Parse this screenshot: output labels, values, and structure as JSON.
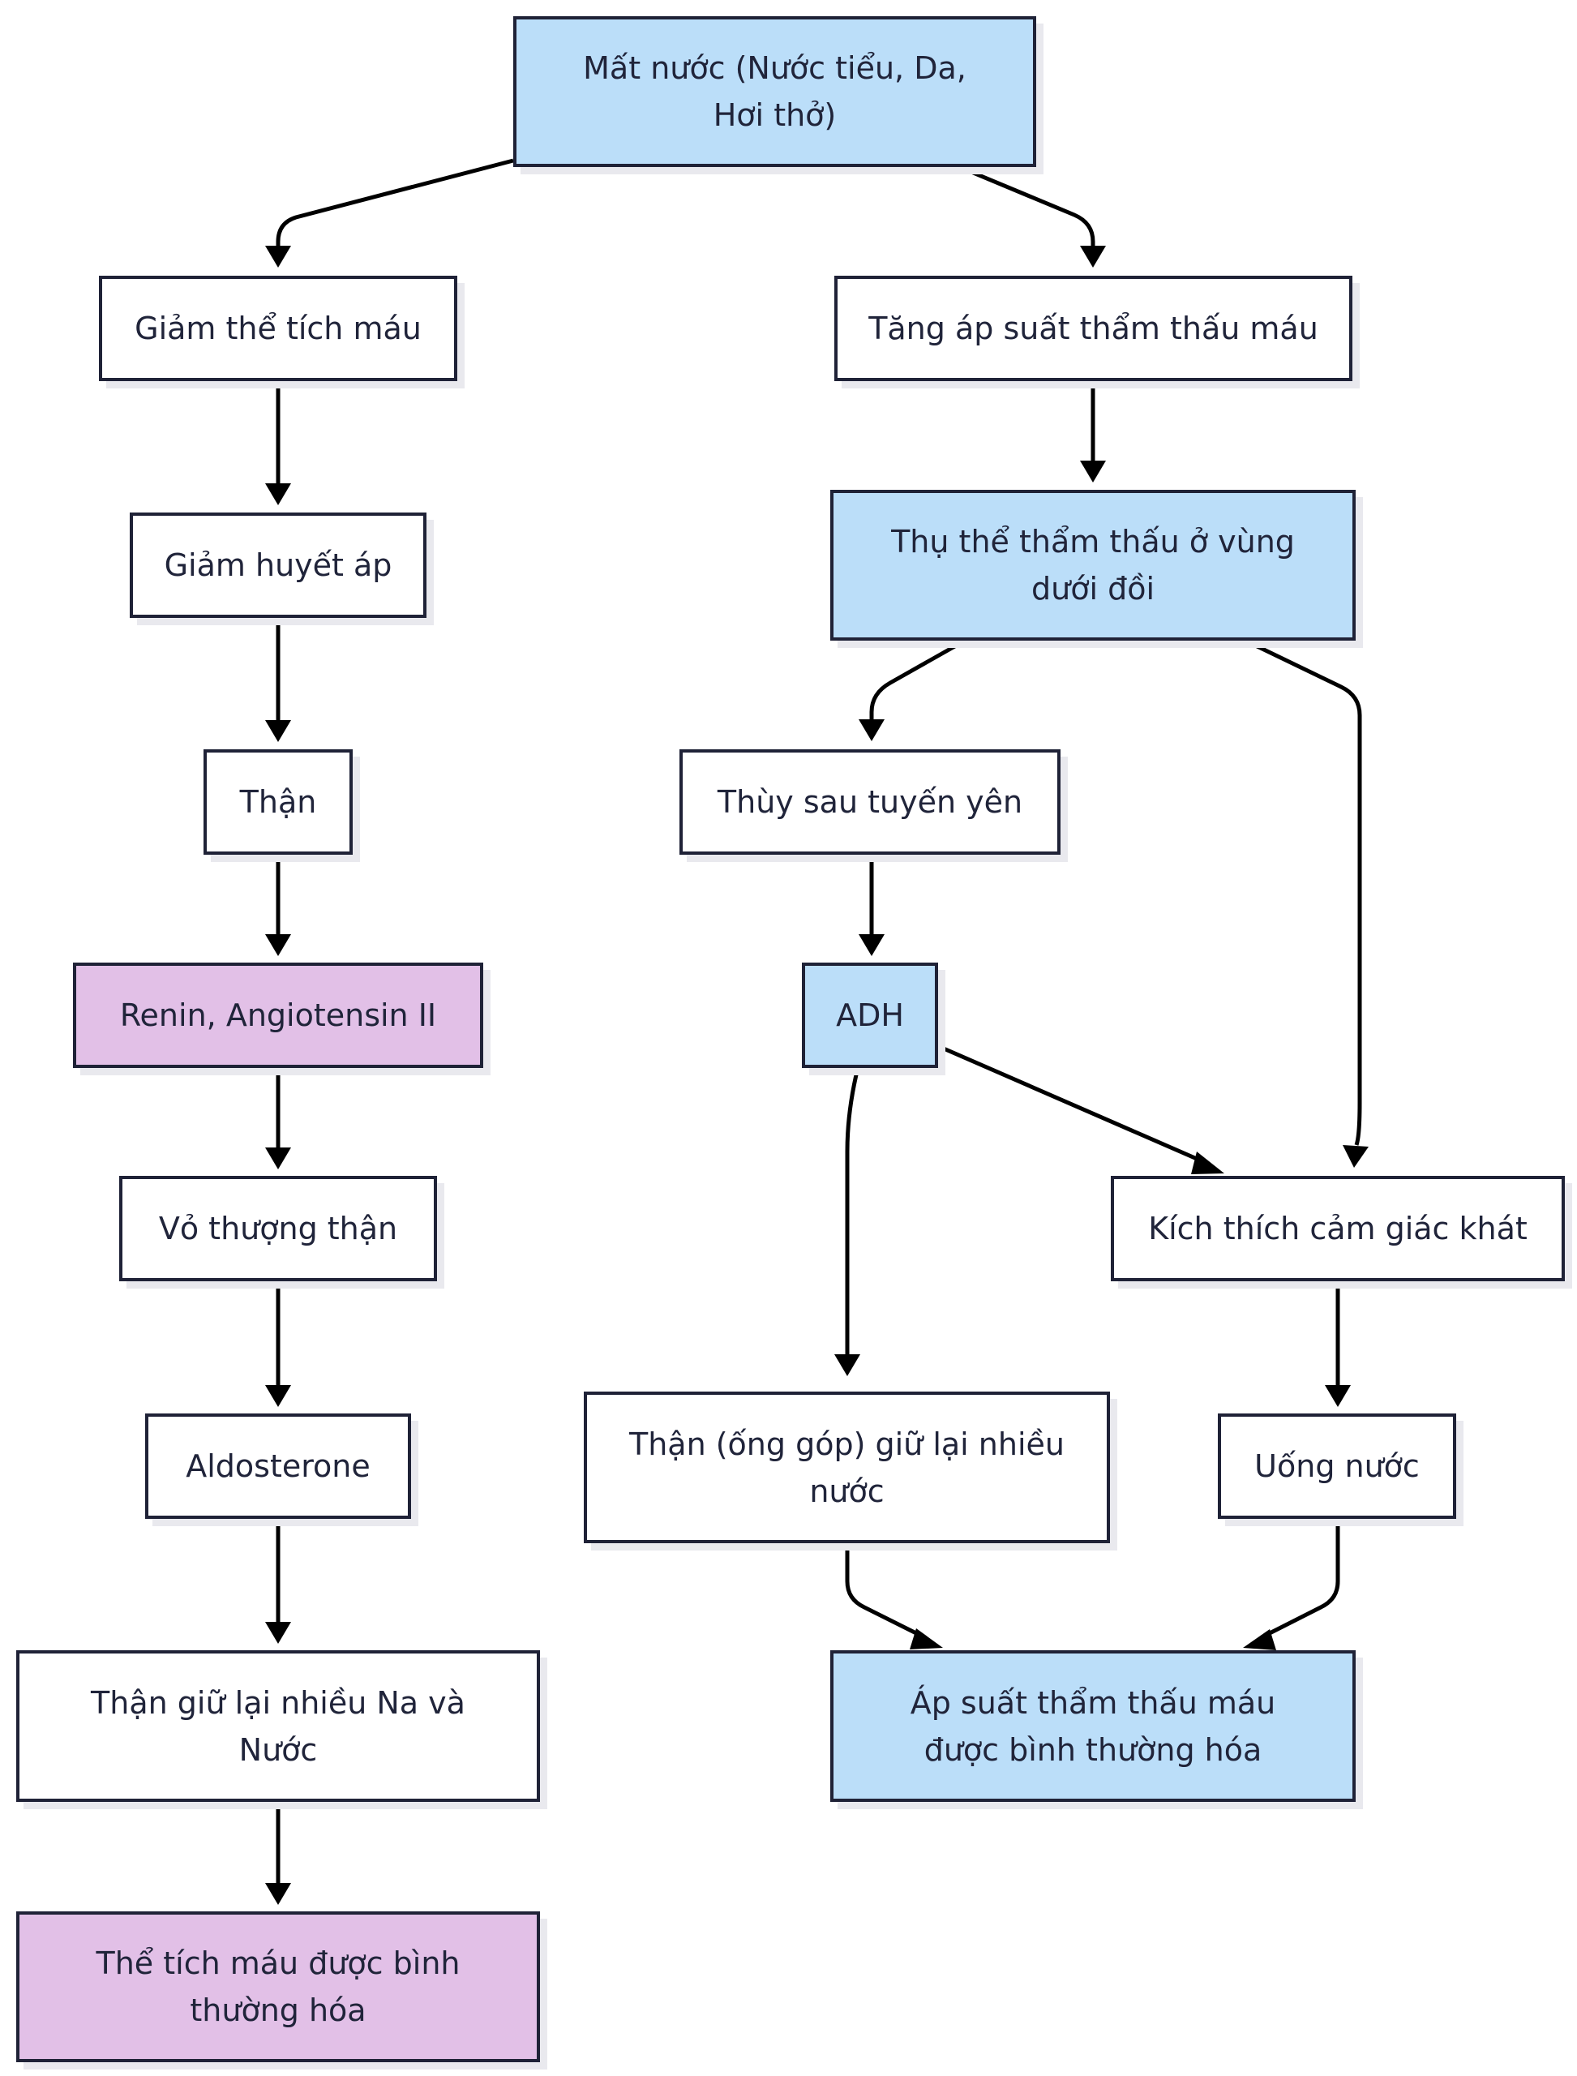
{
  "diagram": {
    "nodes": {
      "mat_nuoc": "Mất nước (Nước tiểu, Da, Hơi thở)",
      "giam_the_tich_mau": "Giảm thể tích máu",
      "tang_ap_suat": "Tăng áp suất thẩm thấu máu",
      "giam_huyet_ap": "Giảm huyết áp",
      "thu_the": "Thụ thể thẩm thấu ở vùng dưới đồi",
      "than": "Thận",
      "thuy_sau": "Thùy sau tuyến yên",
      "renin": "Renin, Angiotensin II",
      "adh": "ADH",
      "vo_thuong_than": "Vỏ thượng thận",
      "kich_thich": "Kích thích cảm giác khát",
      "aldosterone": "Aldosterone",
      "than_ong_gop": "Thận (ống góp) giữ lại nhiều nước",
      "uong_nuoc": "Uống nước",
      "than_giu_na": "Thận giữ lại nhiều Na và Nước",
      "ap_suat_binh_thuong": "Áp suất thẩm thấu máu được bình thường hóa",
      "the_tich_binh_thuong": "Thể tích máu được bình thường hóa"
    },
    "colors": {
      "blue_fill": "#bbdef9",
      "purple_fill": "#e2c0e7",
      "white_fill": "#ffffff",
      "stroke": "#1f2237"
    }
  }
}
